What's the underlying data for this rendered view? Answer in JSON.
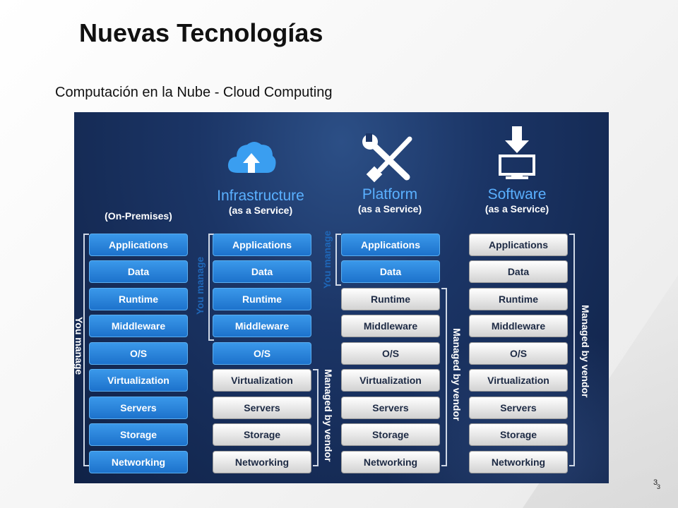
{
  "slide": {
    "title": "Nuevas Tecnologías",
    "subtitle": "Computación en la Nube - Cloud Computing",
    "page_number": "3"
  },
  "diagram": {
    "columns": [
      {
        "id": "on-premises",
        "title": "",
        "subtitle": "(On-Premises)",
        "icon": "",
        "layers": [
          {
            "label": "Applications",
            "managed_by": "you"
          },
          {
            "label": "Data",
            "managed_by": "you"
          },
          {
            "label": "Runtime",
            "managed_by": "you"
          },
          {
            "label": "Middleware",
            "managed_by": "you"
          },
          {
            "label": "O/S",
            "managed_by": "you"
          },
          {
            "label": "Virtualization",
            "managed_by": "you"
          },
          {
            "label": "Servers",
            "managed_by": "you"
          },
          {
            "label": "Storage",
            "managed_by": "you"
          },
          {
            "label": "Networking",
            "managed_by": "you"
          }
        ],
        "you_manage_label": "You manage",
        "vendor_label": ""
      },
      {
        "id": "iaas",
        "title": "Infrastructure",
        "subtitle": "(as a Service)",
        "icon": "cloud-upload-icon",
        "layers": [
          {
            "label": "Applications",
            "managed_by": "you"
          },
          {
            "label": "Data",
            "managed_by": "you"
          },
          {
            "label": "Runtime",
            "managed_by": "you"
          },
          {
            "label": "Middleware",
            "managed_by": "you"
          },
          {
            "label": "O/S",
            "managed_by": "you"
          },
          {
            "label": "Virtualization",
            "managed_by": "vendor"
          },
          {
            "label": "Servers",
            "managed_by": "vendor"
          },
          {
            "label": "Storage",
            "managed_by": "vendor"
          },
          {
            "label": "Networking",
            "managed_by": "vendor"
          }
        ],
        "you_manage_label": "You manage",
        "vendor_label": "Managed by vendor"
      },
      {
        "id": "paas",
        "title": "Platform",
        "subtitle": "(as a Service)",
        "icon": "wrench-screwdriver-icon",
        "layers": [
          {
            "label": "Applications",
            "managed_by": "you"
          },
          {
            "label": "Data",
            "managed_by": "you"
          },
          {
            "label": "Runtime",
            "managed_by": "vendor"
          },
          {
            "label": "Middleware",
            "managed_by": "vendor"
          },
          {
            "label": "O/S",
            "managed_by": "vendor"
          },
          {
            "label": "Virtualization",
            "managed_by": "vendor"
          },
          {
            "label": "Servers",
            "managed_by": "vendor"
          },
          {
            "label": "Storage",
            "managed_by": "vendor"
          },
          {
            "label": "Networking",
            "managed_by": "vendor"
          }
        ],
        "you_manage_label": "You manage",
        "vendor_label": "Managed by vendor"
      },
      {
        "id": "saas",
        "title": "Software",
        "subtitle": "(as a Service)",
        "icon": "download-monitor-icon",
        "layers": [
          {
            "label": "Applications",
            "managed_by": "vendor"
          },
          {
            "label": "Data",
            "managed_by": "vendor"
          },
          {
            "label": "Runtime",
            "managed_by": "vendor"
          },
          {
            "label": "Middleware",
            "managed_by": "vendor"
          },
          {
            "label": "O/S",
            "managed_by": "vendor"
          },
          {
            "label": "Virtualization",
            "managed_by": "vendor"
          },
          {
            "label": "Servers",
            "managed_by": "vendor"
          },
          {
            "label": "Storage",
            "managed_by": "vendor"
          },
          {
            "label": "Networking",
            "managed_by": "vendor"
          }
        ],
        "you_manage_label": "",
        "vendor_label": "Managed by vendor"
      }
    ]
  },
  "colors": {
    "panel_background": "#1b3566",
    "you_manage_layer": "#2b86de",
    "vendor_layer": "#e8e8e8",
    "header_title": "#5ab0ff"
  }
}
